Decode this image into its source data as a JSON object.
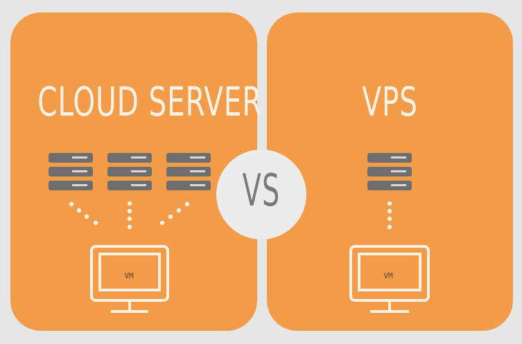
{
  "left": {
    "title": "CLOUD SERVER",
    "vm_label": "VM"
  },
  "right": {
    "title": "VPS",
    "vm_label": "VM"
  },
  "vs_label": "VS",
  "colors": {
    "background": "#e6e6e6",
    "panel": "#f29b48",
    "title_text": "#fbf1e4",
    "server": "#6e6e6e",
    "server_light": "#d8d8d8",
    "dots": "#fbf1e4",
    "vs_circle": "#ececec",
    "vs_text": "#7a7a7a"
  },
  "icons": {
    "server_rack": "server-stack-icon",
    "monitor": "monitor-icon"
  }
}
